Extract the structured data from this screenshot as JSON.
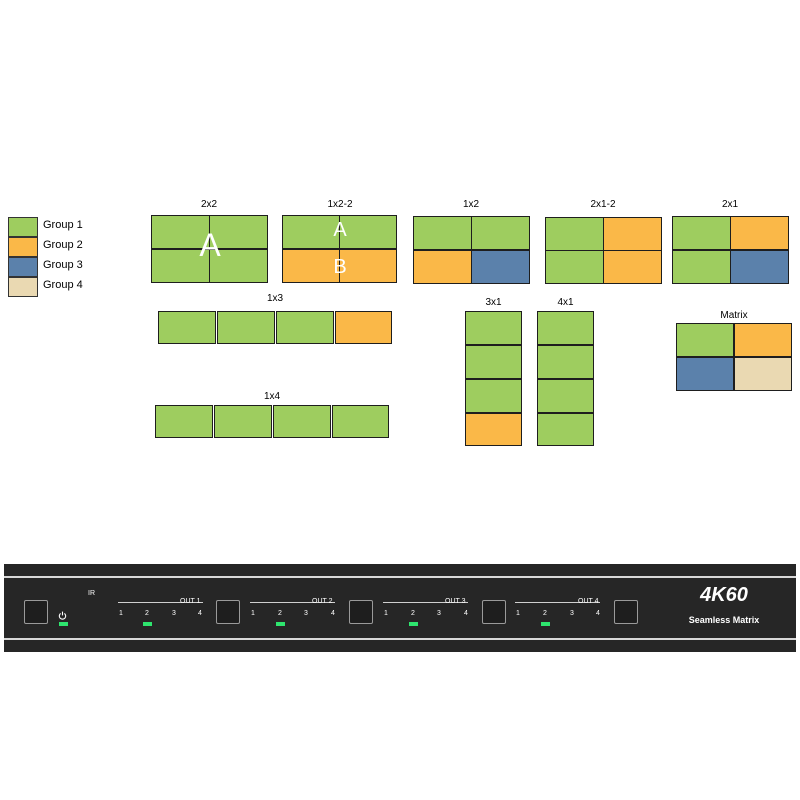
{
  "colors": {
    "group1": "#9ecd5f",
    "group2": "#fab848",
    "group3": "#5b81ab",
    "group4": "#ead9b2",
    "device_body": "#262626",
    "led": "#2ee56e"
  },
  "legend": [
    {
      "label": "Group 1",
      "group": "group1"
    },
    {
      "label": "Group 2",
      "group": "group2"
    },
    {
      "label": "Group 3",
      "group": "group3"
    },
    {
      "label": "Group 4",
      "group": "group4"
    }
  ],
  "layouts": {
    "l2x2": {
      "caption": "2x2",
      "groups": [
        "group1",
        "group1",
        "group1",
        "group1"
      ],
      "overlay": "A"
    },
    "l1x2_2": {
      "caption": "1x2-2",
      "groups": [
        "group1",
        "group1",
        "group2",
        "group2"
      ],
      "overlay_top": "A",
      "overlay_bottom": "B"
    },
    "l1x2": {
      "caption": "1x2",
      "groups": [
        "group1",
        "group1",
        "group2",
        "group3"
      ]
    },
    "l2x1_2": {
      "caption": "2x1-2",
      "groups": [
        "group1",
        "group2",
        "group1",
        "group2"
      ]
    },
    "l2x1": {
      "caption": "2x1",
      "groups": [
        "group1",
        "group2",
        "group1",
        "group3"
      ]
    },
    "l1x3": {
      "caption": "1x3",
      "groups": [
        "group1",
        "group1",
        "group1",
        "group2"
      ]
    },
    "l3x1": {
      "caption": "3x1",
      "groups": [
        "group1",
        "group1",
        "group1",
        "group2"
      ]
    },
    "l4x1": {
      "caption": "4x1",
      "groups": [
        "group1",
        "group1",
        "group1",
        "group1"
      ]
    },
    "matrix": {
      "caption": "Matrix",
      "groups": [
        "group1",
        "group2",
        "group3",
        "group4"
      ]
    },
    "l1x4": {
      "caption": "1x4",
      "groups": [
        "group1",
        "group1",
        "group1",
        "group1"
      ]
    }
  },
  "device": {
    "ir_label": "IR",
    "power_icon": "power-icon",
    "outputs": [
      {
        "label": "OUT 1",
        "inputs": [
          "1",
          "2",
          "3",
          "4"
        ],
        "active_input": "2"
      },
      {
        "label": "OUT 2",
        "inputs": [
          "1",
          "2",
          "3",
          "4"
        ],
        "active_input": "2"
      },
      {
        "label": "OUT 3",
        "inputs": [
          "1",
          "2",
          "3",
          "4"
        ],
        "active_input": "2"
      },
      {
        "label": "OUT 4",
        "inputs": [
          "1",
          "2",
          "3",
          "4"
        ],
        "active_input": "2"
      }
    ],
    "brand": "4K60",
    "subtitle": "Seamless Matrix"
  }
}
